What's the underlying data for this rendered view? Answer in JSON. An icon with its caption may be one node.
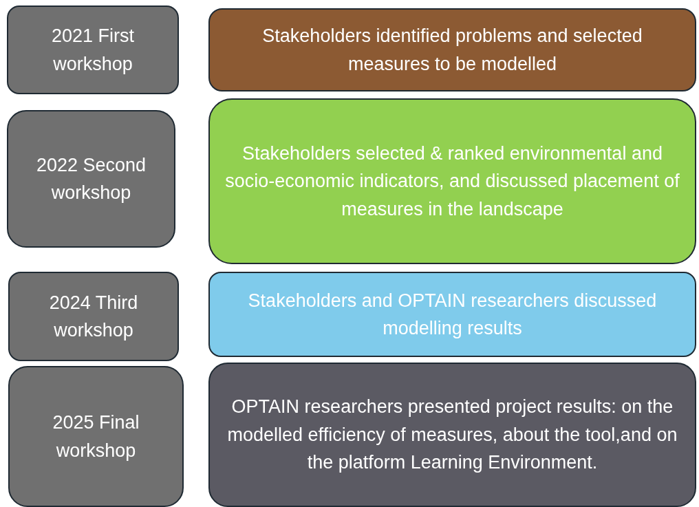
{
  "diagram": {
    "nodes": [
      {
        "text": [
          "2021 First workshop"
        ]
      },
      {
        "text": [
          "Stakeholders identified problems and selected measures to be modelled"
        ]
      },
      {
        "text": [
          "2022 Second workshop"
        ]
      },
      {
        "text": [
          "Stakeholders selected & ranked environmental and socio-economic indicators, and discussed placement of measures in the landscape"
        ]
      },
      {
        "text": [
          "2024 Third workshop"
        ]
      },
      {
        "text": [
          "Stakeholders and OPTAIN researchers discussed modelling results"
        ]
      },
      {
        "text": [
          "2025 Final workshop"
        ]
      },
      {
        "text": [
          "OPTAIN researchers presented project results: on the modelled efficiency of measures, about the tool,and on the platform Learning Environment."
        ]
      }
    ]
  }
}
